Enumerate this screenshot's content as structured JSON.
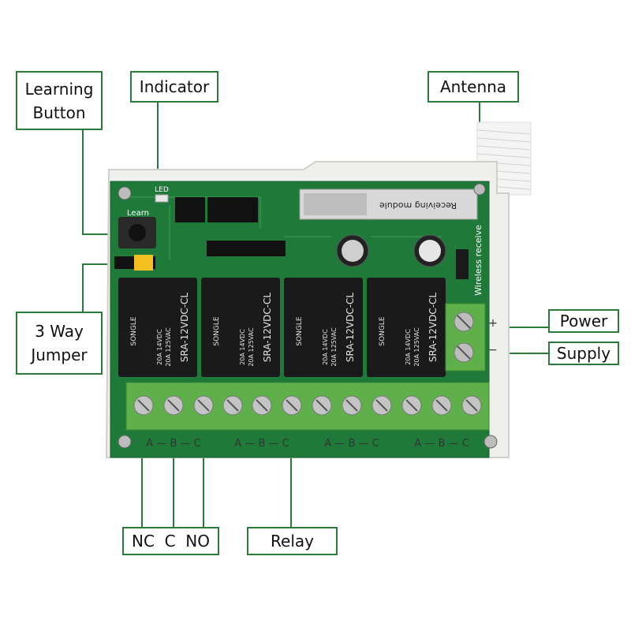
{
  "callouts": {
    "learning_button": [
      "Learning",
      "Button"
    ],
    "indicator": "Indicator",
    "antenna": "Antenna",
    "jumper": [
      "3 Way",
      "Jumper"
    ],
    "power": "Power",
    "supply": "Supply",
    "nc_c_no": "NC  C  NO",
    "relay": "Relay"
  },
  "board": {
    "relay_brand": "SONGLE",
    "relay_model": "SRA-12VDC-CL",
    "relay_rating_1": "20A 14VDC",
    "relay_rating_2": "20A 125VAC",
    "module_label": "Receiving module",
    "wireless_label": "Wireless receive",
    "learn_label": "Learn",
    "led_label": "LED",
    "plus": "+",
    "minus": "−",
    "terminal_labels": [
      "A — B — C",
      "A — B — C",
      "A — B — C",
      "A — B — C"
    ]
  },
  "colors": {
    "callout_border": "#2a7a3a",
    "pcb": "#1f7a3a",
    "terminal": "#5fb04a",
    "relay": "#1a1a1a"
  }
}
